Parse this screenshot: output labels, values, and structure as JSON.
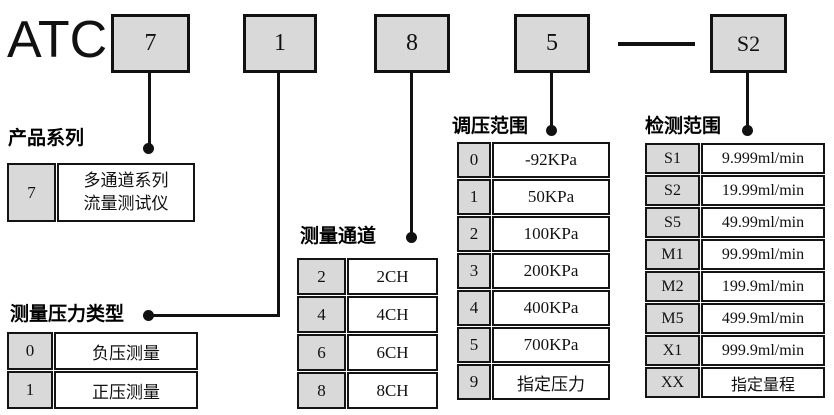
{
  "code": {
    "prefix": "ATC",
    "boxes": [
      "7",
      "1",
      "8",
      "5",
      "S2"
    ]
  },
  "sections": {
    "product_series": {
      "label": "产品系列",
      "rows": [
        {
          "key": "7",
          "value": "多通道系列\n流量测试仪"
        }
      ]
    },
    "pressure_type": {
      "label": "测量压力类型",
      "rows": [
        {
          "key": "0",
          "value": "负压测量"
        },
        {
          "key": "1",
          "value": "正压测量"
        }
      ]
    },
    "channels": {
      "label": "测量通道",
      "rows": [
        {
          "key": "2",
          "value": "2CH"
        },
        {
          "key": "4",
          "value": "4CH"
        },
        {
          "key": "6",
          "value": "6CH"
        },
        {
          "key": "8",
          "value": "8CH"
        }
      ]
    },
    "pressure_range": {
      "label": "调压范围",
      "rows": [
        {
          "key": "0",
          "value": "-92KPa"
        },
        {
          "key": "1",
          "value": "50KPa"
        },
        {
          "key": "2",
          "value": "100KPa"
        },
        {
          "key": "3",
          "value": "200KPa"
        },
        {
          "key": "4",
          "value": "400KPa"
        },
        {
          "key": "5",
          "value": "700KPa"
        },
        {
          "key": "9",
          "value": "指定压力"
        }
      ]
    },
    "detection_range": {
      "label": "检测范围",
      "rows": [
        {
          "key": "S1",
          "value": "9.999ml/min"
        },
        {
          "key": "S2",
          "value": "19.99ml/min"
        },
        {
          "key": "S5",
          "value": "49.99ml/min"
        },
        {
          "key": "M1",
          "value": "99.99ml/min"
        },
        {
          "key": "M2",
          "value": "199.9ml/min"
        },
        {
          "key": "M5",
          "value": "499.9ml/min"
        },
        {
          "key": "X1",
          "value": "999.9ml/min"
        },
        {
          "key": "XX",
          "value": "指定量程"
        }
      ]
    }
  },
  "colors": {
    "box_fill": "#d9d9d9",
    "line": "#111111",
    "background": "#ffffff"
  }
}
